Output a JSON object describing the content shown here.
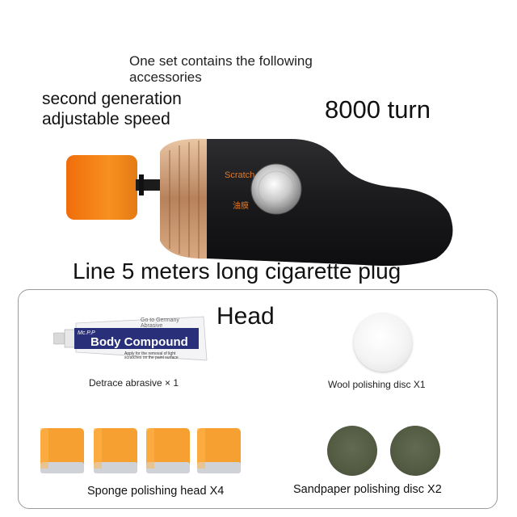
{
  "headline": {
    "intro": "One set contains the following accessories",
    "speed": "second generation adjustable speed",
    "turns": "8000 turn",
    "cable": "Line 5 meters long cigarette plug"
  },
  "tool": {
    "scratch_label": "Scratch",
    "cn_label": "油膜"
  },
  "accessories": {
    "head_label": "Head",
    "tube": {
      "top_text": "Go to Germany",
      "top_text2": "Abrasive",
      "brand": "Mc.P.P",
      "name": "Body Compound",
      "sub1": "Apply for the removal of light",
      "sub2": "scratches on the paint surface"
    },
    "abrasive_label": "Detrace abrasive × 1",
    "wool_label": "Wool polishing disc X1",
    "sponge_label": "Sponge polishing head X4",
    "sandpaper_label": "Sandpaper polishing disc X2"
  },
  "colors": {
    "orange": "#f58c1e",
    "body_black": "#1d1d1f",
    "bronze": "#c8926a",
    "sand_green": "#575e46"
  }
}
